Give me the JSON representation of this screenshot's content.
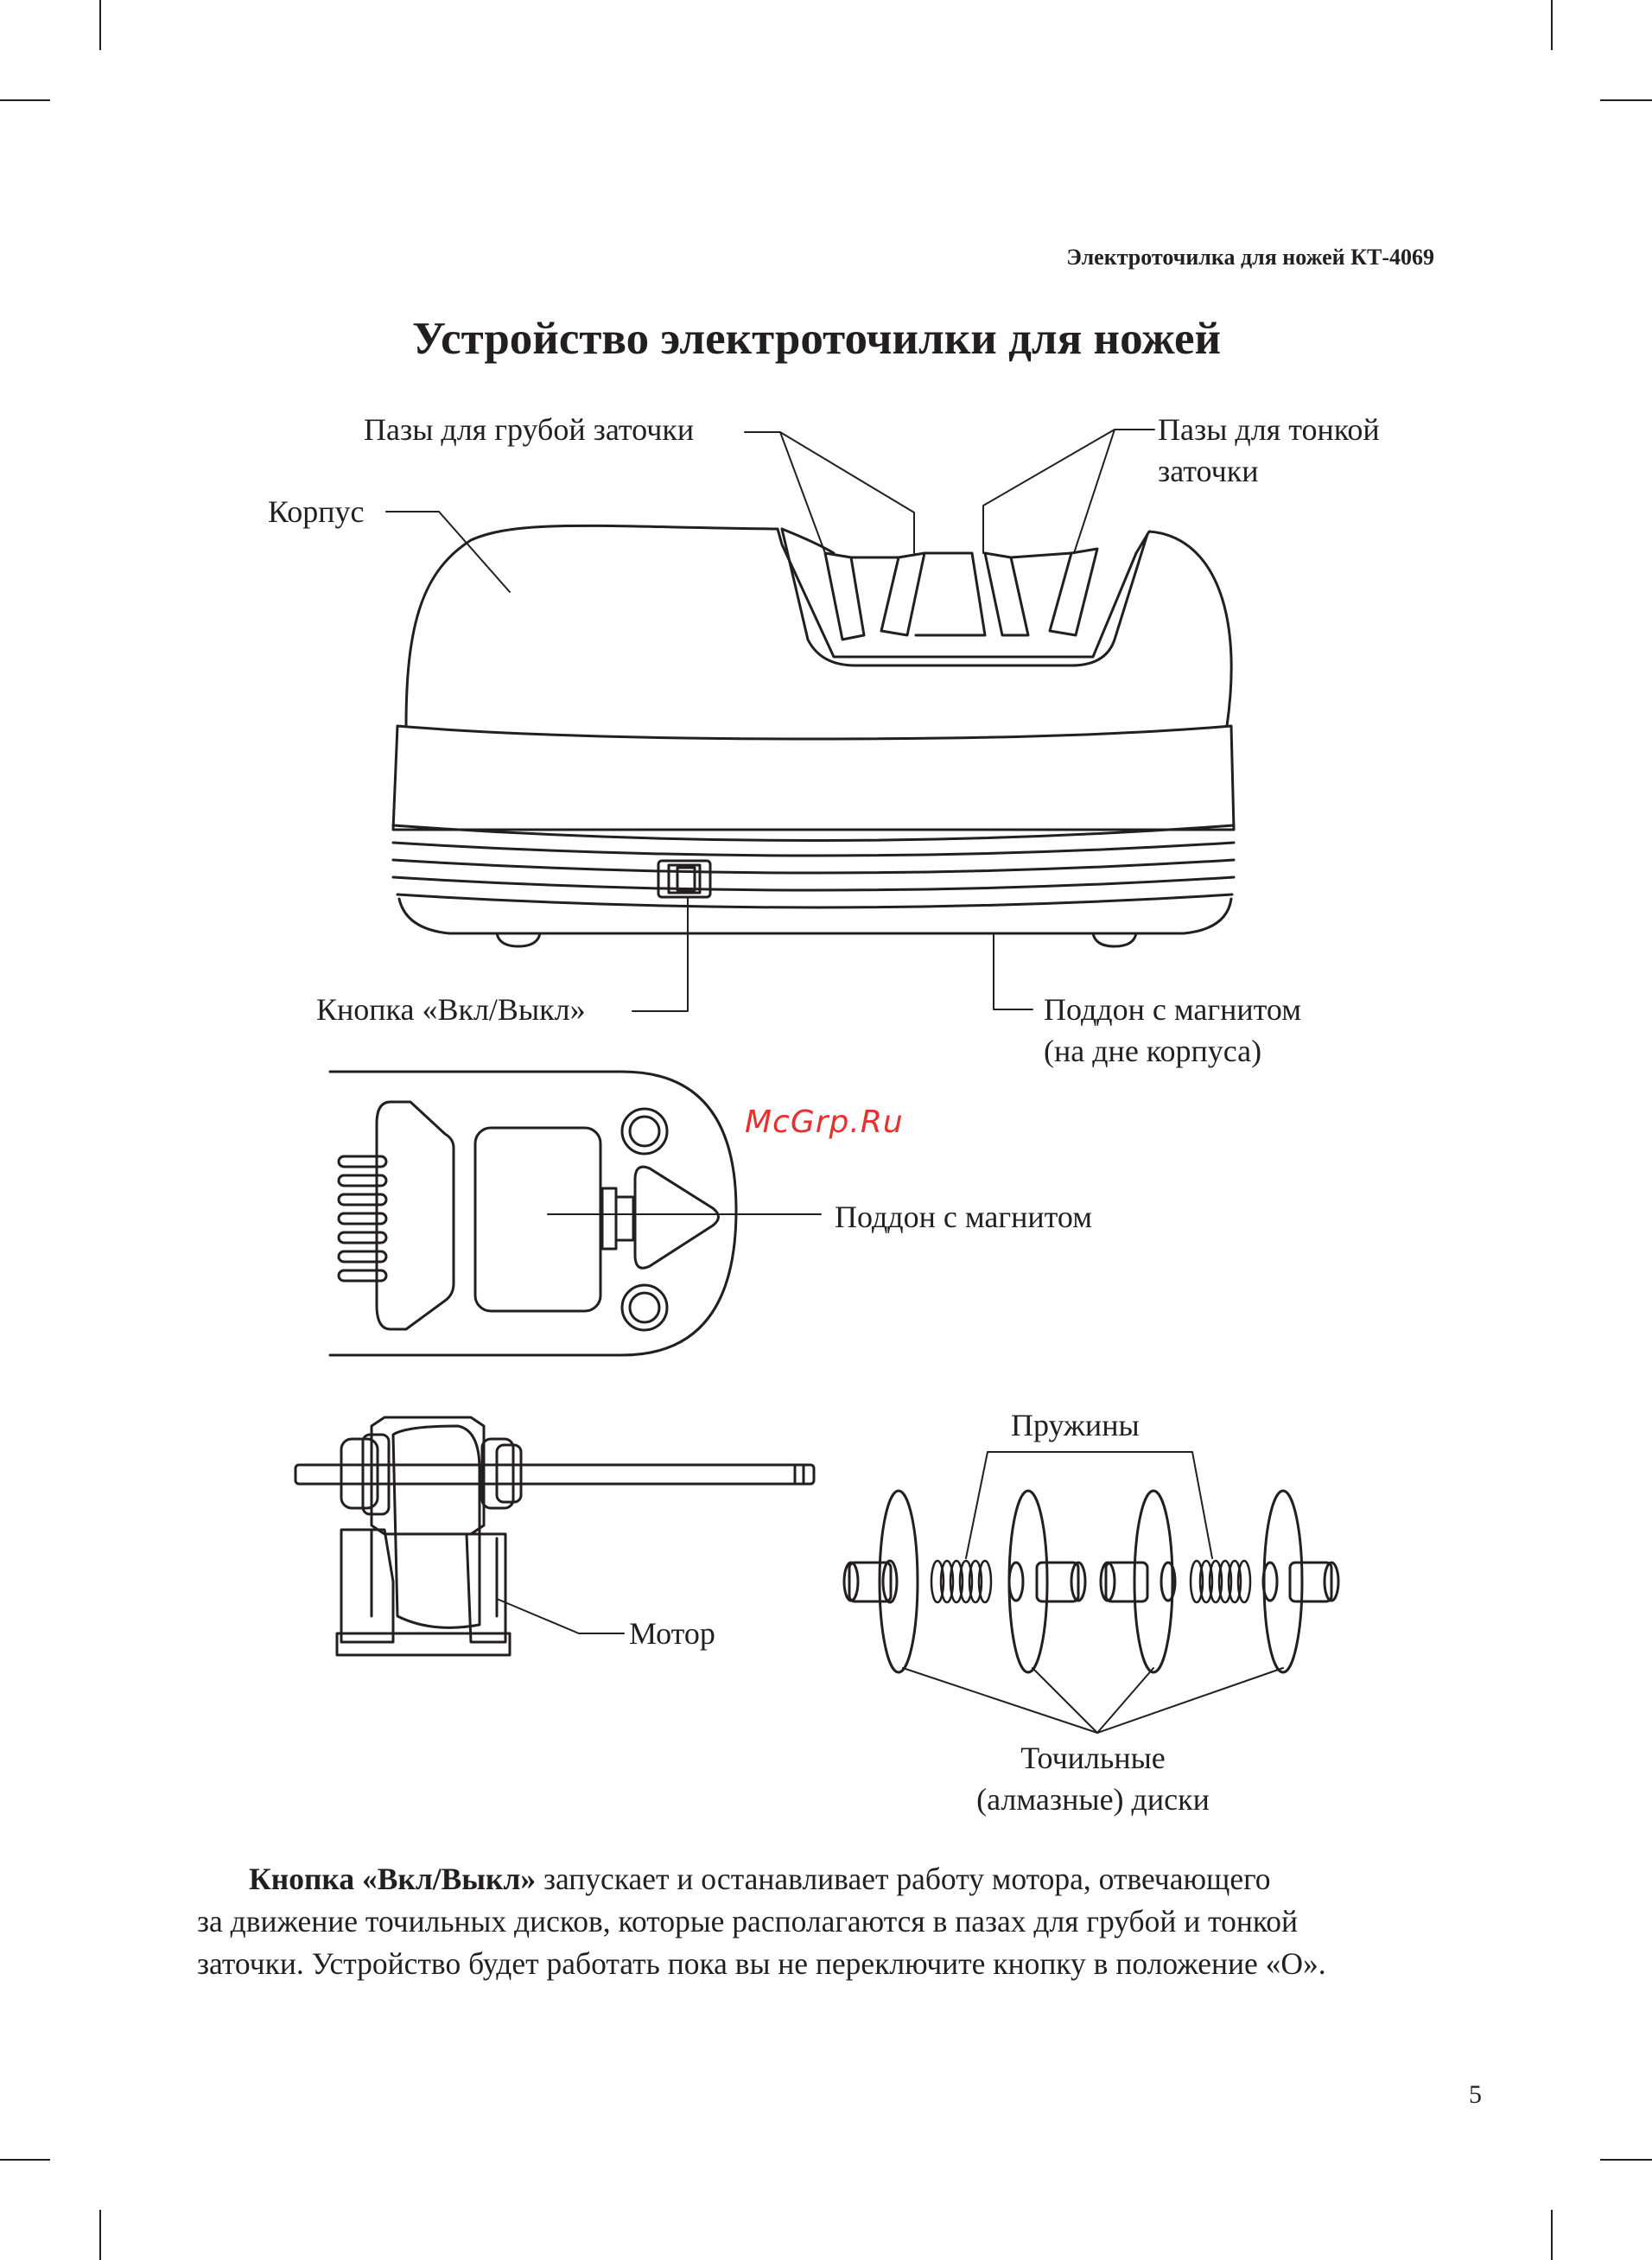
{
  "header": {
    "running_title": "Электроточилка для ножей КТ-4069"
  },
  "page": {
    "title": "Устройство электроточилки для ножей",
    "number": "5"
  },
  "labels": {
    "coarse_slots": "Пазы для грубой заточки",
    "fine_slots_l1": "Пазы для тонкой",
    "fine_slots_l2": "заточки",
    "housing": "Корпус",
    "power_button": "Кнопка «Вкл/Выкл»",
    "magnet_tray_l1": "Поддон с магнитом",
    "magnet_tray_l2": "(на дне корпуса)",
    "magnet_tray_bottom": "Поддон с магнитом",
    "springs": "Пружины",
    "motor": "Мотор",
    "discs_l1": "Точильные",
    "discs_l2": "(алмазные) диски"
  },
  "watermark": "McGrp.Ru",
  "body": {
    "bold_lead": "Кнопка «Вкл/Выкл»",
    "line1_rest": " запускает и останавливает работу мотора, отвечающего",
    "line2": "за движение точильных дисков, которые располагаются в пазах для грубой и тонкой",
    "line3": "заточки. Устройство будет работать пока вы не переключите кнопку в положение «О»."
  }
}
